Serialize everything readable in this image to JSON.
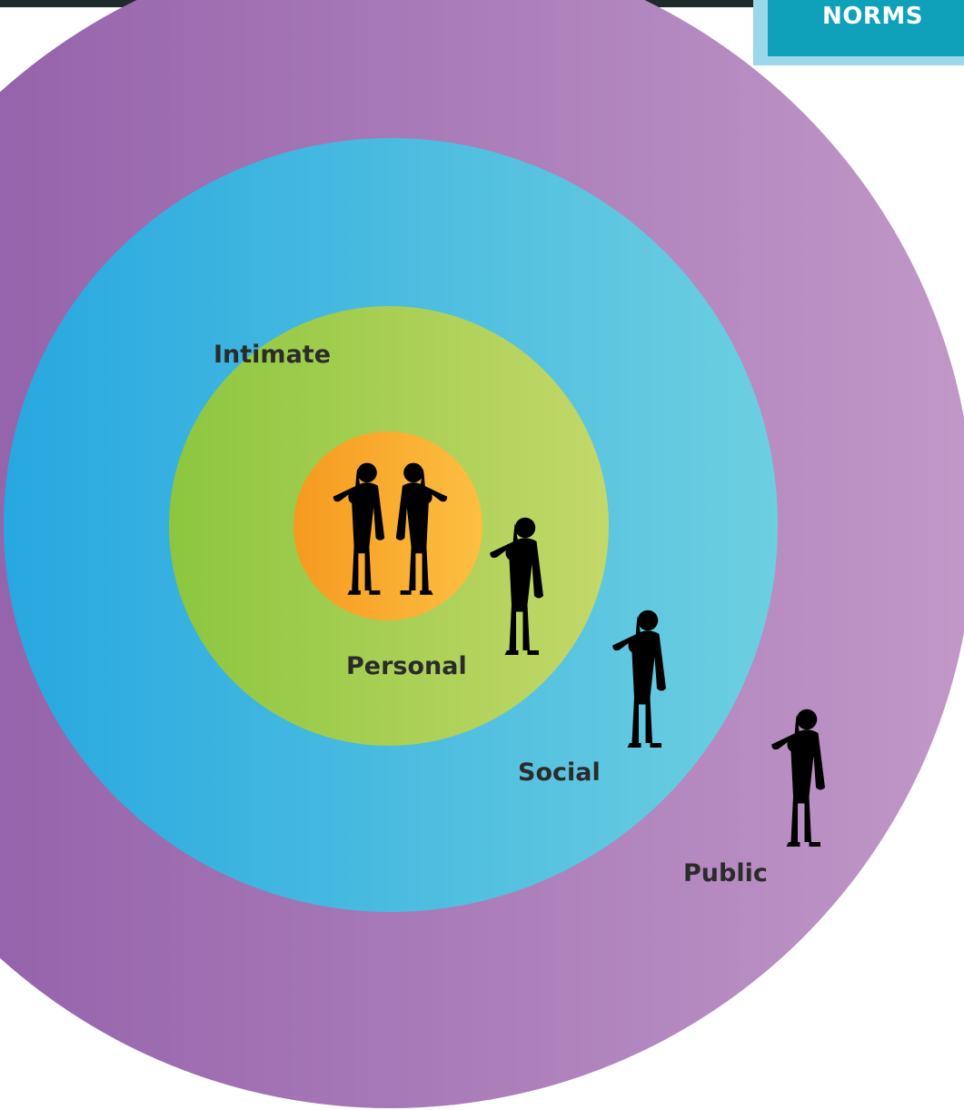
{
  "header": {
    "badge_text": "NORMS"
  },
  "zones": [
    {
      "id": "intimate",
      "label": "Intimate",
      "color_start": "#f59a1f",
      "color_end": "#fdbf42"
    },
    {
      "id": "personal",
      "label": "Personal",
      "color_start": "#8cc63f",
      "color_end": "#c3d869"
    },
    {
      "id": "social",
      "label": "Social",
      "color_start": "#27a8e0",
      "color_end": "#6dcfe0"
    },
    {
      "id": "public",
      "label": "Public",
      "color_start": "#8d59a6",
      "color_end": "#c198c8"
    }
  ],
  "colors": {
    "figure": "#000000",
    "text": "#2b2b2b",
    "topbar": "#1d2b2b",
    "badge": "#0fa1b9",
    "badge_shadow": "#9bd8e9"
  }
}
